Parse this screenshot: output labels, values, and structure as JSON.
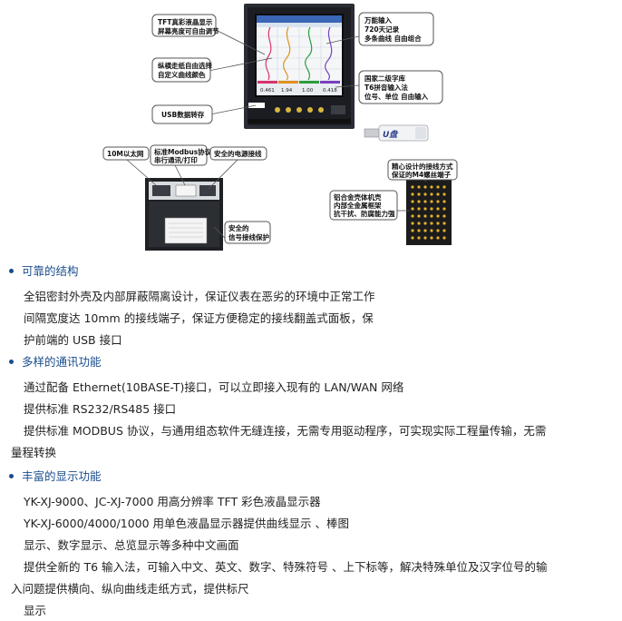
{
  "figure": {
    "callouts": {
      "tft_1": "TFT真彩液晶显示",
      "tft_2": "屏幕亮度可自由调节",
      "curve_1": "纵横走纸自由选择",
      "curve_2": "自定义曲线颜色",
      "usb": "USB数据转存",
      "input_1": "万能输入",
      "input_2": "720天记录",
      "input_3": "多条曲线 自由组合",
      "font_1": "国家二级字库",
      "font_2": "T6拼音输入法",
      "font_3": "位号、单位  自由输入",
      "eth": "10M以太网",
      "modbus_1": "标准Modbus协议",
      "modbus_2": "串行通讯/打印",
      "power": "安全的电源接线",
      "signal_1": "安全的",
      "signal_2": "信号接线保护",
      "terminal_1": "精心设计的接线方式",
      "terminal_2": "保证的M4螺丝端子",
      "shell_1": "铝合金壳体机壳",
      "shell_2": "内部全金属框架",
      "shell_3": "抗干扰、防腐能力强"
    },
    "usb_stick_label": "U盘",
    "screen_readouts": [
      "0.461",
      "1.94",
      "1.00",
      "0.418"
    ]
  },
  "sections": [
    {
      "heading": "可靠的结构",
      "lines": [
        "全铝密封外壳及内部屏蔽隔离设计，保证仪表在恶劣的环境中正常工作",
        "间隔宽度达 10mm 的接线端子，保证方便稳定的接线翻盖式面板，保",
        "护前端的 USB 接口"
      ]
    },
    {
      "heading": "多样的通讯功能",
      "lines": [
        "通过配备 Ethernet(10BASE-T)接口，可以立即接入现有的 LAN/WAN 网络",
        "提供标准 RS232/RS485 接口",
        "提供标准 MODBUS 协议，与通用组态软件无缝连接，无需专用驱动程序，可实现实际工程量传输，无需",
        "量程转换"
      ]
    },
    {
      "heading": "丰富的显示功能",
      "lines": [
        "YK-XJ-9000、JC-XJ-7000 用高分辨率 TFT 彩色液晶显示器",
        "YK-XJ-6000/4000/1000 用单色液晶显示器提供曲线显示 、棒图",
        "显示、数字显示、总览显示等多种中文画面",
        "提供全新的 T6 输入法，可输入中文、英文、数字、特殊符号 、上下标等，解决特殊单位及汉字位号的输",
        "入问题提供横向、纵向曲线走纸方式，提供标尺",
        "显示"
      ]
    }
  ]
}
